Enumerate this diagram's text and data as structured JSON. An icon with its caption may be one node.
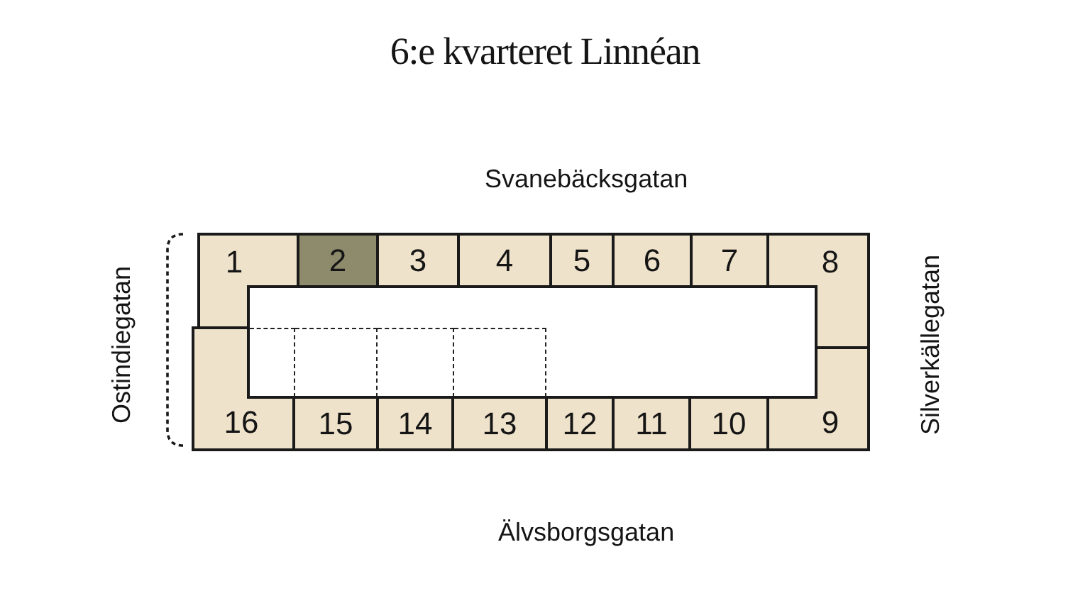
{
  "diagram": {
    "title": "6:e kvarteret Linnéan",
    "nodes": [
      {
        "text": [
          "1"
        ]
      },
      {
        "text": [
          "2"
        ]
      },
      {
        "text": [
          "3"
        ]
      },
      {
        "text": [
          "4"
        ]
      },
      {
        "text": [
          "5"
        ]
      },
      {
        "text": [
          "6"
        ]
      },
      {
        "text": [
          "7"
        ]
      },
      {
        "text": [
          "8"
        ]
      },
      {
        "text": [],
        "shape": "box"
      },
      {
        "text": [],
        "shape": "box"
      },
      {
        "text": [],
        "shape": "box"
      },
      {
        "text": [],
        "shape": "box"
      },
      {
        "text": [
          "16"
        ]
      },
      {
        "text": [
          "15"
        ]
      },
      {
        "text": [
          "14"
        ]
      },
      {
        "text": [
          "13"
        ]
      },
      {
        "text": [
          "12"
        ]
      },
      {
        "text": [
          "11"
        ]
      },
      {
        "text": [
          "10"
        ]
      },
      {
        "text": [
          "9"
        ]
      }
    ],
    "labels": [
      "Svanebäcksgatan",
      "Ostindiegatan",
      "Silverkällegatan",
      "Älvsborgsgatan"
    ]
  }
}
